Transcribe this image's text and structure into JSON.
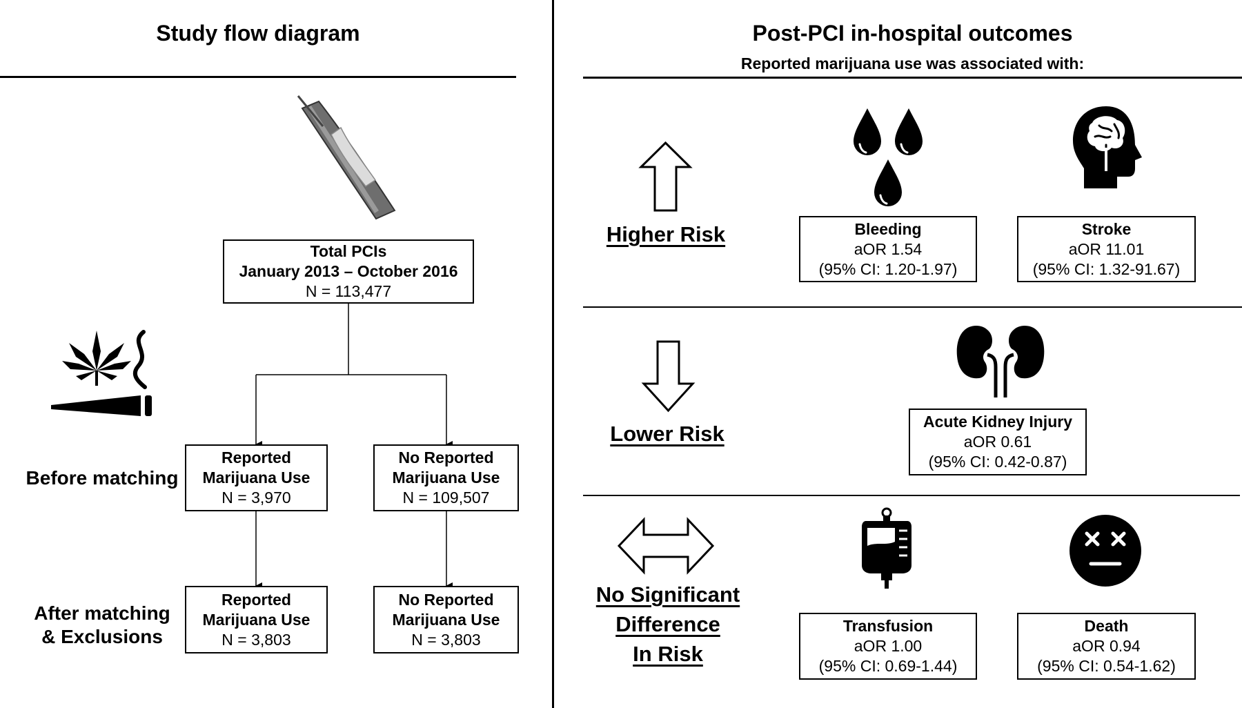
{
  "left_panel": {
    "title": "Study flow diagram",
    "total_box": {
      "line1": "Total PCIs",
      "line2": "January 2013 – October 2016",
      "line3": "N = 113,477"
    },
    "before_label": "Before matching",
    "after_label_line1": "After matching",
    "after_label_line2": "& Exclusions",
    "before_mj": {
      "line1": "Reported",
      "line2": "Marijuana Use",
      "n": "N = 3,970"
    },
    "before_nomj": {
      "line1": "No Reported",
      "line2": "Marijuana Use",
      "n": "N = 109,507"
    },
    "after_mj": {
      "line1": "Reported",
      "line2": "Marijuana Use",
      "n": "N = 3,803"
    },
    "after_nomj": {
      "line1": "No Reported",
      "line2": "Marijuana Use",
      "n": "N = 3,803"
    },
    "icons": [
      "artery-stent-icon",
      "cannabis-smoking-icon"
    ]
  },
  "right_panel": {
    "title": "Post-PCI in-hospital outcomes",
    "subtitle": "Reported marijuana use was associated with:",
    "higher_risk": {
      "label": "Higher Risk",
      "bleeding": {
        "name": "Bleeding",
        "aor": "aOR 1.54",
        "ci": "(95% CI: 1.20-1.97)"
      },
      "stroke": {
        "name": "Stroke",
        "aor": "aOR 11.01",
        "ci": "(95% CI: 1.32-91.67)"
      }
    },
    "lower_risk": {
      "label": "Lower Risk",
      "aki": {
        "name": "Acute Kidney Injury",
        "aor": "aOR 0.61",
        "ci": "(95% CI: 0.42-0.87)"
      }
    },
    "no_difference": {
      "label_line1": "No Significant",
      "label_line2": "Difference",
      "label_line3": "In Risk",
      "transfusion": {
        "name": "Transfusion",
        "aor": "aOR 1.00",
        "ci": "(95% CI: 0.69-1.44)"
      },
      "death": {
        "name": "Death",
        "aor": "aOR 0.94",
        "ci": "(95% CI: 0.54-1.62)"
      }
    },
    "icons": [
      "up-arrow-icon",
      "down-arrow-icon",
      "double-arrow-icon",
      "blood-drops-icon",
      "brain-head-icon",
      "kidneys-icon",
      "iv-bag-icon",
      "dead-face-icon"
    ]
  }
}
